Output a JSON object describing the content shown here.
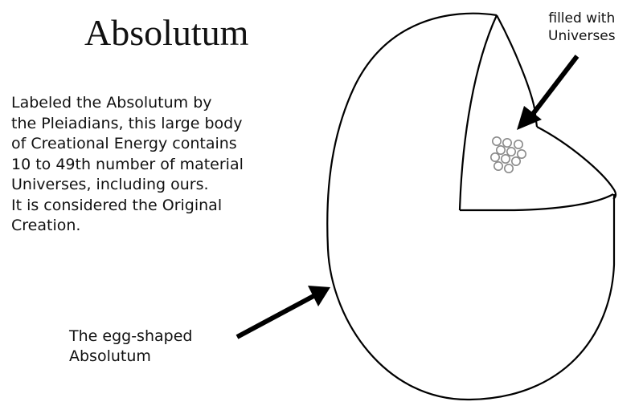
{
  "title": "Absolutum",
  "description": {
    "lines": [
      "Labeled the Absolutum by",
      "the Pleiadians, this large body",
      "of Creational Energy contains",
      "10 to 49th number of material",
      "Universes, including ours.",
      "It is considered the Original",
      "Creation."
    ]
  },
  "labels": {
    "universes": {
      "lines": [
        "filled with",
        "Universes"
      ]
    },
    "egg": {
      "lines": [
        "The egg-shaped",
        "Absolutum"
      ]
    }
  },
  "diagram": {
    "shape": "egg-shaped body with a cut-away wedge",
    "universe_circle_count": 12,
    "colors": {
      "outline": "#000000",
      "universe_circles": "#8a8a8a",
      "background": "#ffffff"
    }
  }
}
